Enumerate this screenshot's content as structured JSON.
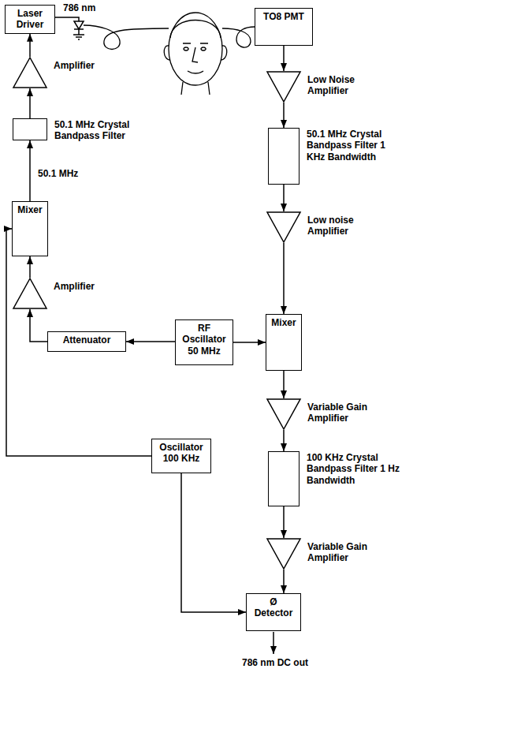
{
  "diagram": {
    "nodes": [
      {
        "text": [
          "Laser Driver"
        ]
      },
      {
        "text": [
          "TO8 PMT"
        ]
      },
      {
        "text": [
          "Amplifier"
        ]
      },
      {
        "text": [
          "Low Noise Amplifier"
        ]
      },
      {
        "text": [
          "50.1 MHz Crystal Bandpass Filter"
        ]
      },
      {
        "text": [
          "50.1 MHz Crystal Bandpass Filter 1 KHz Bandwidth"
        ]
      },
      {
        "text": [
          "Mixer"
        ]
      },
      {
        "text": [
          "Low noise Amplifier"
        ]
      },
      {
        "text": [
          "Amplifier"
        ]
      },
      {
        "text": [
          "Attenuator"
        ]
      },
      {
        "text": [
          "RF Oscillator 50 MHz"
        ]
      },
      {
        "text": [
          "Mixer"
        ]
      },
      {
        "text": [
          "Variable Gain Amplifier"
        ]
      },
      {
        "text": [
          "Oscillator 100 KHz"
        ]
      },
      {
        "text": [
          "100 KHz Crystal Bandpass Filter 1 Hz Bandwidth"
        ]
      },
      {
        "text": [
          "Variable Gain Amplifier"
        ]
      },
      {
        "text": [
          "Ø Detector"
        ]
      }
    ],
    "edges": [
      {
        "from": 1,
        "to": 3,
        "arrow": "to"
      },
      {
        "from": 3,
        "to": 5,
        "arrow": "to"
      },
      {
        "from": 5,
        "to": 7,
        "arrow": "to"
      },
      {
        "from": 7,
        "to": 11,
        "arrow": "to"
      },
      {
        "from": 11,
        "to": 12,
        "arrow": "to"
      },
      {
        "from": 12,
        "to": 14,
        "arrow": "to"
      },
      {
        "from": 14,
        "to": 15,
        "arrow": "to"
      },
      {
        "from": 15,
        "to": 16,
        "arrow": "to"
      },
      {
        "from": 10,
        "to": 11,
        "arrow": "to"
      },
      {
        "from": 10,
        "to": 9,
        "arrow": "to"
      },
      {
        "from": 9,
        "to": 8,
        "arrow": "to"
      },
      {
        "from": 8,
        "to": 6,
        "arrow": "to"
      },
      {
        "from": 13,
        "to": 6,
        "arrow": "to"
      },
      {
        "from": 6,
        "to": 4,
        "label": "50.1 MHz",
        "arrow": "to"
      },
      {
        "from": 4,
        "to": 2,
        "arrow": "to"
      },
      {
        "from": 2,
        "to": 0,
        "arrow": "to"
      },
      {
        "from": 13,
        "to": 16,
        "arrow": "to"
      }
    ],
    "labels": [
      "786 nm",
      "786 nm DC out"
    ]
  }
}
